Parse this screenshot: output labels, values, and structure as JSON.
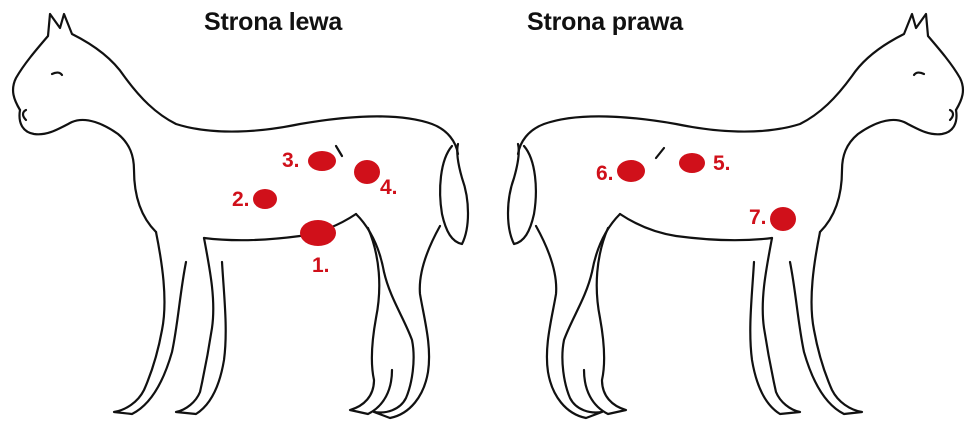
{
  "titles": {
    "left": "Strona lewa",
    "right": "Strona prawa"
  },
  "colors": {
    "marker": "#d0101a",
    "outline": "#111111",
    "text": "#111111"
  },
  "markers": [
    {
      "label": "1.",
      "side": "left"
    },
    {
      "label": "2.",
      "side": "left"
    },
    {
      "label": "3.",
      "side": "left"
    },
    {
      "label": "4.",
      "side": "left"
    },
    {
      "label": "5.",
      "side": "right"
    },
    {
      "label": "6.",
      "side": "right"
    },
    {
      "label": "7.",
      "side": "right"
    }
  ]
}
